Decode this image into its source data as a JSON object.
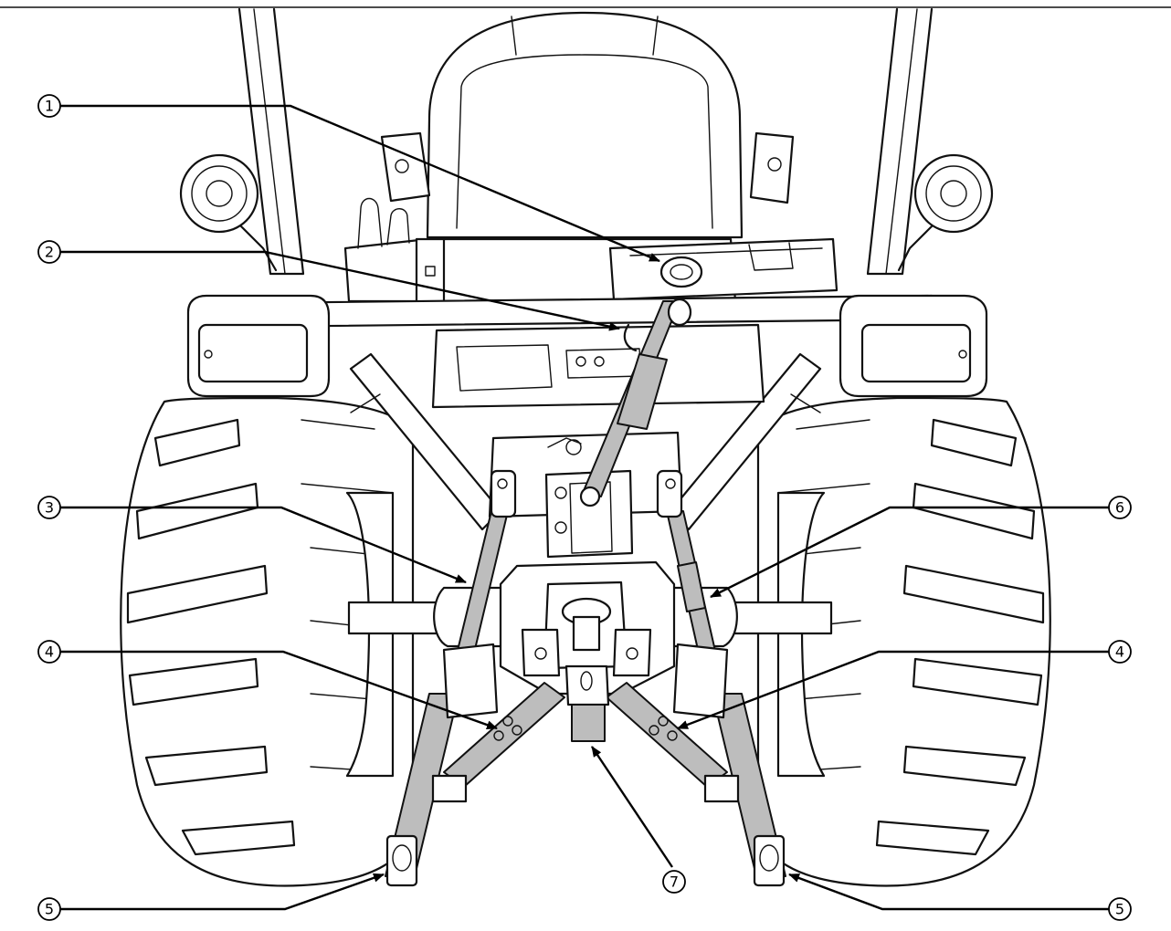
{
  "callouts": [
    {
      "id": "c1",
      "label": "1"
    },
    {
      "id": "c2",
      "label": "2"
    },
    {
      "id": "c3",
      "label": "3"
    },
    {
      "id": "c4l",
      "label": "4"
    },
    {
      "id": "c4r",
      "label": "4"
    },
    {
      "id": "c5l",
      "label": "5"
    },
    {
      "id": "c5r",
      "label": "5"
    },
    {
      "id": "c6",
      "label": "6"
    },
    {
      "id": "c7",
      "label": "7"
    }
  ]
}
